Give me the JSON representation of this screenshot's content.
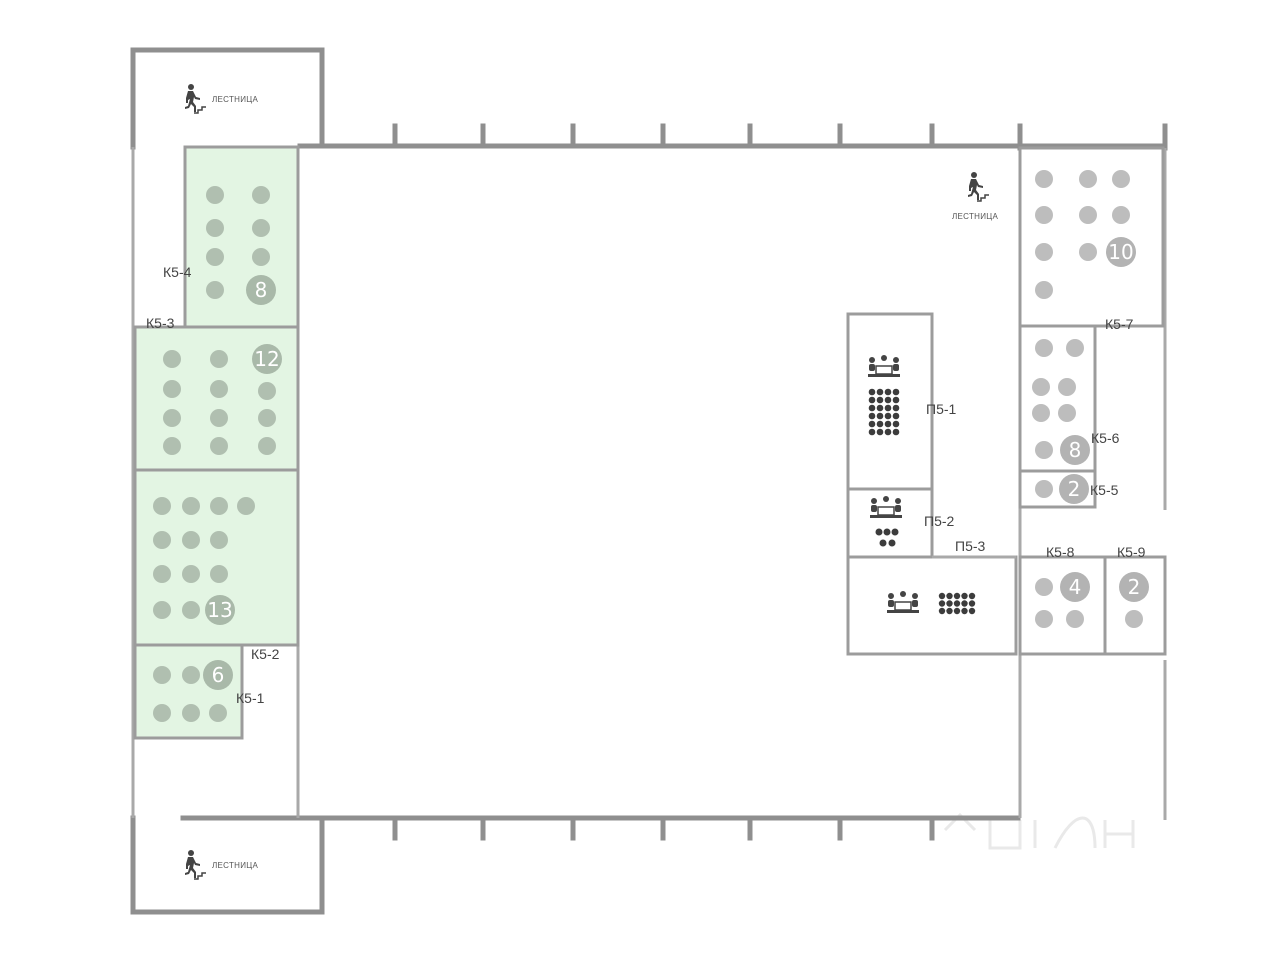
{
  "stairs": [
    {
      "id": "stair-top-left",
      "label": "ЛЕСТНИЦА"
    },
    {
      "id": "stair-right",
      "label": "ЛЕСТНИЦА"
    },
    {
      "id": "stair-bottom-left",
      "label": "ЛЕСТНИЦА"
    }
  ],
  "rooms": {
    "k5_4": {
      "label": "К5-4",
      "seats": "8"
    },
    "k5_3": {
      "label": "К5-3",
      "seats": "12"
    },
    "k5_2": {
      "label": "К5-2",
      "seats": "13"
    },
    "k5_1": {
      "label": "К5-1",
      "seats": "6"
    },
    "k5_7": {
      "label": "К5-7",
      "seats": "10"
    },
    "k5_6": {
      "label": "К5-6",
      "seats": "8"
    },
    "k5_5": {
      "label": "К5-5",
      "seats": "2"
    },
    "k5_8": {
      "label": "К5-8",
      "seats": "4"
    },
    "k5_9": {
      "label": "К5-9",
      "seats": "2"
    },
    "p5_1": {
      "label": "П5-1"
    },
    "p5_2": {
      "label": "П5-2"
    },
    "p5_3": {
      "label": "П5-3"
    }
  },
  "colors": {
    "available_room": "#e3f5e3",
    "wall": "#8f8f8f",
    "seat": "#b0bfb0"
  }
}
